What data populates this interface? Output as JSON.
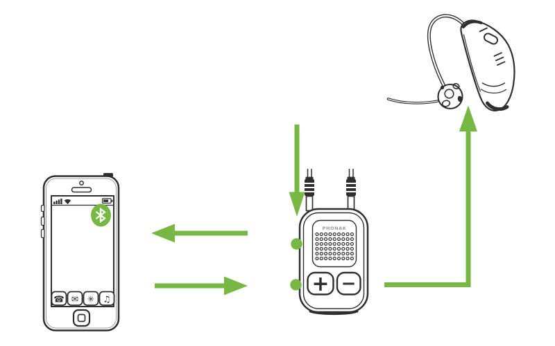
{
  "colors": {
    "accent_green": "#76b843",
    "outline": "#2e2e2e",
    "label_gray": "#9a9a9a",
    "background": "#ffffff"
  },
  "phone": {
    "description": "smartphone with bluetooth enabled",
    "dock_icons": [
      {
        "name": "phone-call-icon",
        "glyph": "☎"
      },
      {
        "name": "mail-icon",
        "glyph": "✉"
      },
      {
        "name": "flash-icon",
        "glyph": "✳"
      },
      {
        "name": "music-icon",
        "glyph": "♫"
      }
    ]
  },
  "streamer": {
    "brand": "PHONAK",
    "volume_up": "+",
    "volume_down": "−",
    "status_lights": 2,
    "audio_inputs": 2
  },
  "hearing_aid": {
    "description": "behind-the-ear hearing aid with external receiver"
  },
  "arrows": {
    "down_to_streamer": "audio into streamer",
    "streamer_to_phone": "streamer to phone",
    "phone_to_streamer": "phone to streamer",
    "streamer_to_hearing_aid": "streamer to hearing aid"
  }
}
